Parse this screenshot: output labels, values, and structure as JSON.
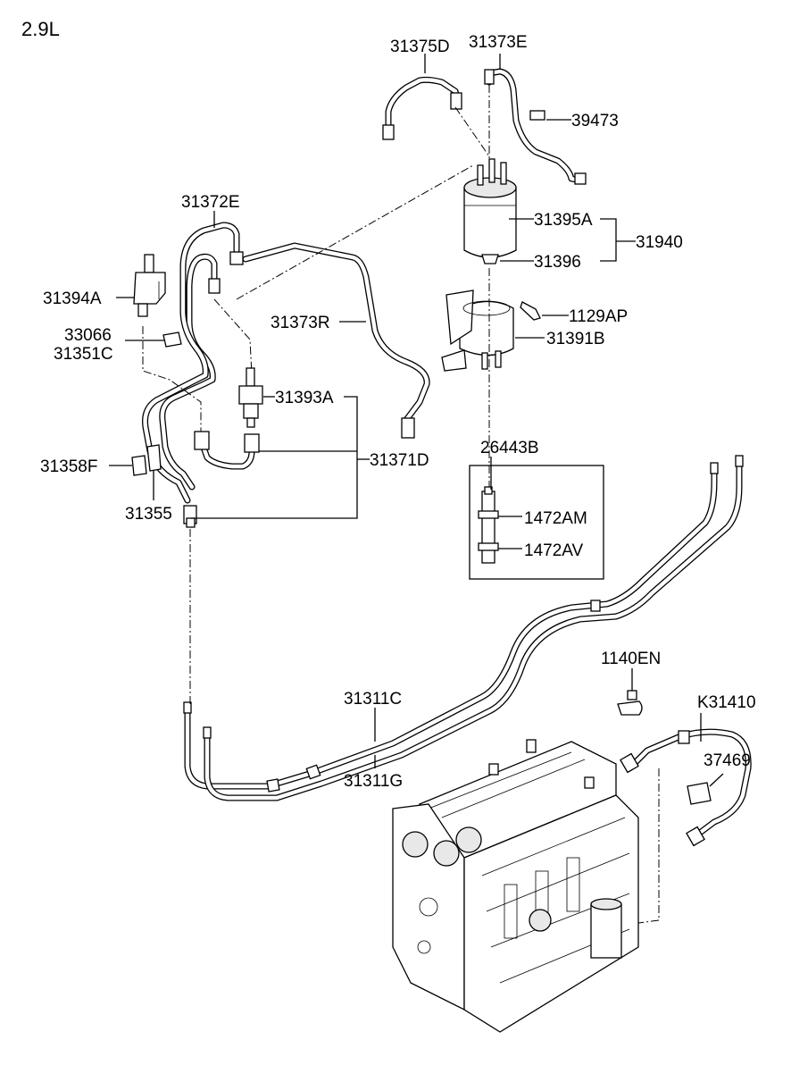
{
  "diagram": {
    "title": "2.9L",
    "labels": {
      "l31375D": "31375D",
      "l31373E": "31373E",
      "l39473": "39473",
      "l31372E": "31372E",
      "l31395A": "31395A",
      "l31940": "31940",
      "l31396": "31396",
      "l31394A": "31394A",
      "l1129AP": "1129AP",
      "l31373R": "31373R",
      "l33066": "33066",
      "l31351C": "31351C",
      "l31391B": "31391B",
      "l31393A": "31393A",
      "l26443B": "26443B",
      "l31358F": "31358F",
      "l31371D": "31371D",
      "l31355": "31355",
      "l1472AM": "1472AM",
      "l1472AV": "1472AV",
      "l1140EN": "1140EN",
      "lK31410": "K31410",
      "l31311C": "31311C",
      "l37469": "37469",
      "l31311G": "31311G"
    }
  }
}
